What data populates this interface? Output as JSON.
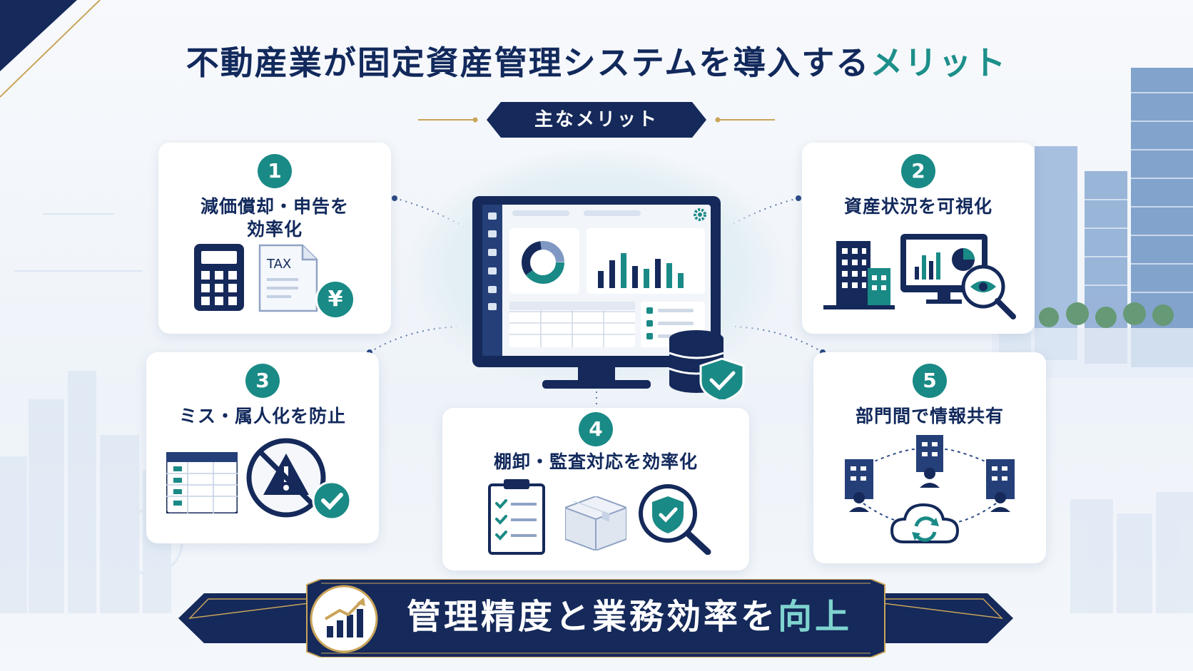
{
  "title": {
    "main": "不動産業が固定資産管理システムを導入する",
    "accent": "メリット"
  },
  "subtitle": "主なメリット",
  "cards": [
    {
      "number": "1",
      "title_line1": "減価償却・申告を",
      "title_line2": "効率化",
      "tax_label": "TAX",
      "yen_symbol": "¥"
    },
    {
      "number": "2",
      "title_line1": "資産状況を可視化"
    },
    {
      "number": "3",
      "title_line1": "ミス・属人化を防止"
    },
    {
      "number": "4",
      "title_line1": "棚卸・監査対応を効率化"
    },
    {
      "number": "5",
      "title_line1": "部門間で情報共有"
    }
  ],
  "banner": {
    "main": "管理精度と業務効率を",
    "accent": "向上"
  },
  "colors": {
    "navy": "#12295c",
    "teal": "#1a8a86",
    "gold": "#c9a45a",
    "light": "#eef3f9"
  },
  "icons": [
    "calculator-icon",
    "tax-document-icon",
    "yen-coin-icon",
    "building-icon",
    "monitor-chart-icon",
    "eye-magnifier-icon",
    "spreadsheet-icon",
    "warning-prohibited-icon",
    "check-circle-icon",
    "clipboard-icon",
    "box-icon",
    "shield-magnifier-icon",
    "buildings-network-icon",
    "cloud-sync-icon",
    "growth-chart-icon",
    "database-shield-icon",
    "gear-icon"
  ]
}
